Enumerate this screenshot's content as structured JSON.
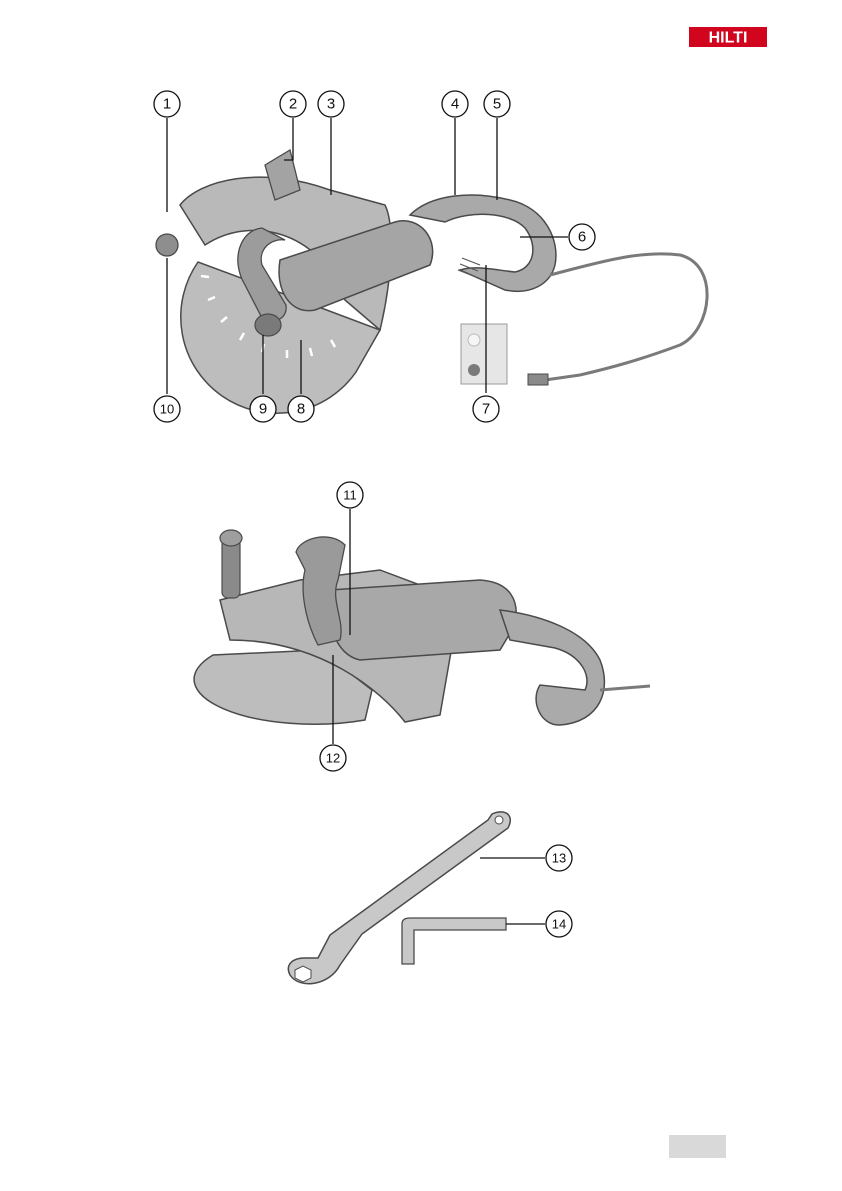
{
  "brand": {
    "logo_text": "HILTI",
    "logo_color": "#d2051e"
  },
  "figure1": {
    "callouts": [
      "1",
      "2",
      "3",
      "4",
      "5",
      "6",
      "7",
      "8",
      "9",
      "10"
    ]
  },
  "figure2": {
    "callouts": [
      "11",
      "12"
    ]
  },
  "figure3": {
    "callouts": [
      "13",
      "14"
    ]
  },
  "colors": {
    "tool_body": "#a8a8a8",
    "tool_dark": "#6f6f6f",
    "outline": "#4a4a4a",
    "page_tab": "#d9d9d9"
  }
}
